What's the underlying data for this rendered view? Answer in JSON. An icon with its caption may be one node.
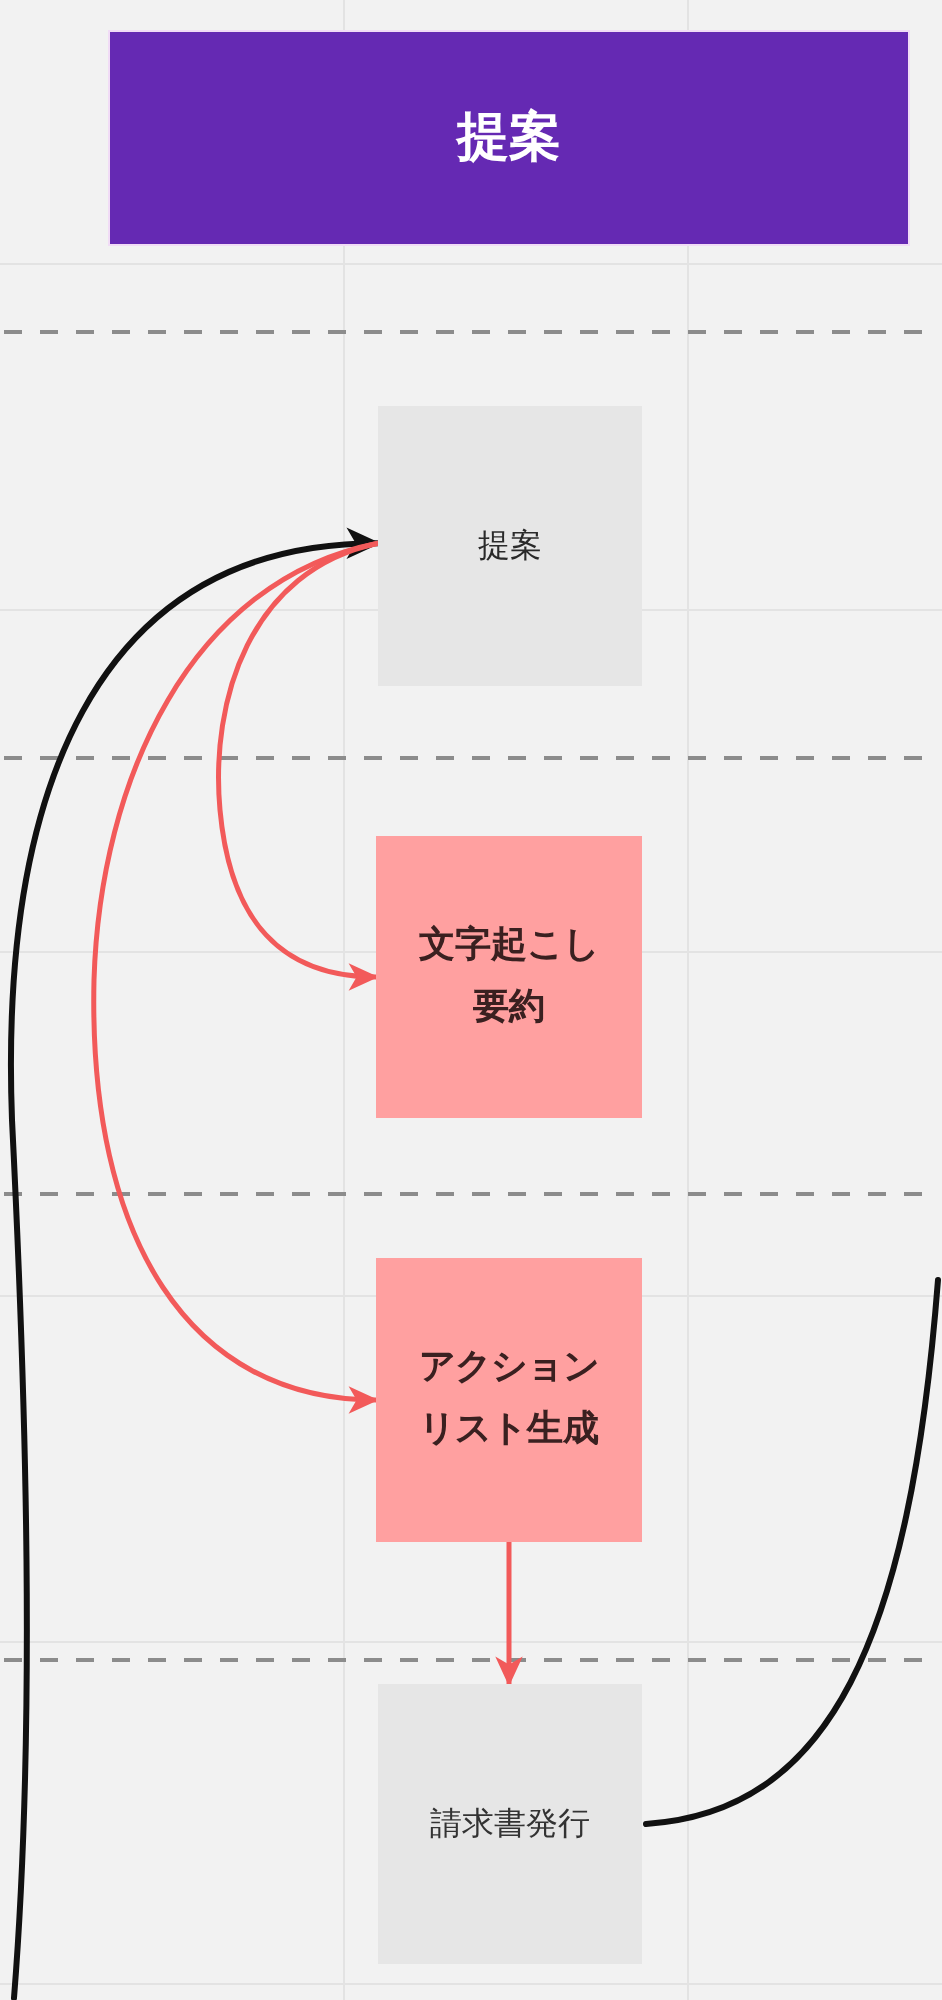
{
  "diagram": {
    "nodes": [
      {
        "text": [
          "提案"
        ]
      },
      {
        "text": [
          "提案"
        ]
      },
      {
        "text": [
          "文字起こし要約"
        ]
      },
      {
        "text": [
          "アクションリスト生成"
        ]
      },
      {
        "text": [
          "請求書発行"
        ]
      }
    ],
    "edges": [
      {
        "from": null,
        "to": 1,
        "arrow": "to",
        "color": "#111111"
      },
      {
        "from": 1,
        "to": 2,
        "arrow": "to"
      },
      {
        "from": 1,
        "to": 3,
        "arrow": "to"
      },
      {
        "from": 3,
        "to": 4,
        "arrow": "to"
      },
      {
        "from": 4,
        "to": null,
        "arrow": "none",
        "color": "#111111"
      }
    ]
  }
}
